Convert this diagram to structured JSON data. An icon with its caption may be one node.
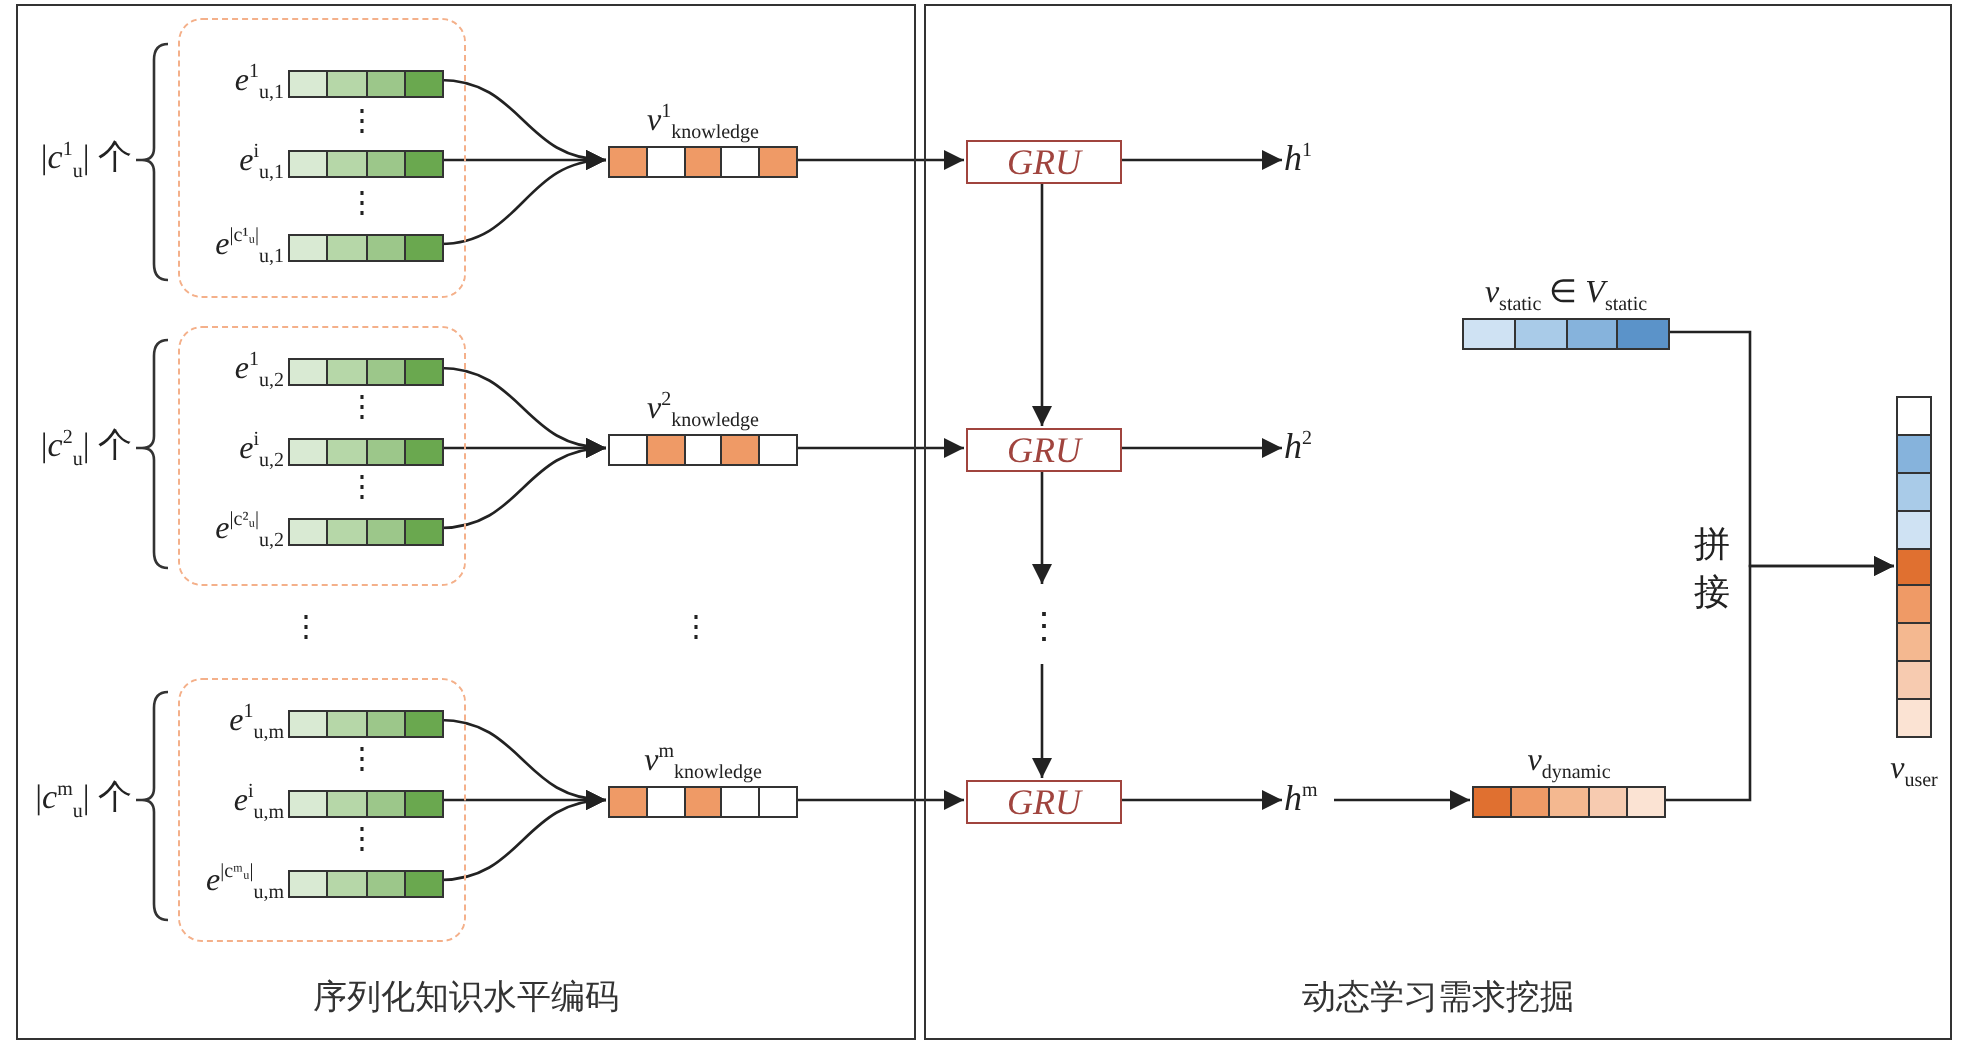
{
  "diagram": {
    "nodes": [
      {
        "text": [
          "序列化知识水平编码"
        ]
      },
      {
        "text": [],
        "shape": "box",
        "in": 0,
        "beside": [
          "|*c*$^{1}$$_{u}$| 个"
        ]
      },
      {
        "text": [
          "*e*$^{1}$$_{u,1}$"
        ],
        "in": 1
      },
      {
        "text": [
          "*e*$^{i}$$_{u,1}$"
        ],
        "in": 1
      },
      {
        "text": [
          "*e*$^{|c¹ᵤ|}$$_{u,1}$"
        ],
        "in": 1
      },
      {
        "text": [],
        "shape": "box",
        "in": 0,
        "beside": [
          "|*c*$^{2}$$_{u}$| 个"
        ]
      },
      {
        "text": [
          "*e*$^{1}$$_{u,2}$"
        ],
        "in": 5
      },
      {
        "text": [
          "*e*$^{i}$$_{u,2}$"
        ],
        "in": 5
      },
      {
        "text": [
          "*e*$^{|c²ᵤ|}$$_{u,2}$"
        ],
        "in": 5
      },
      {
        "text": [],
        "shape": "box",
        "in": 0,
        "beside": [
          "|*c*$^{m}$$_{u}$| 个"
        ]
      },
      {
        "text": [
          "*e*$^{1}$$_{u,m}$"
        ],
        "in": 9
      },
      {
        "text": [
          "*e*$^{i}$$_{u,m}$"
        ],
        "in": 9
      },
      {
        "text": [
          "*e*$^{|cᵐᵤ|}$$_{u,m}$"
        ],
        "in": 9
      },
      {
        "text": [
          "*v*$^{1}$$_{knowledge}$"
        ],
        "in": 0
      },
      {
        "text": [
          "*v*$^{2}$$_{knowledge}$"
        ],
        "in": 0
      },
      {
        "text": [
          "*v*$^{m}$$_{knowledge}$"
        ],
        "in": 0
      },
      {
        "text": [
          "动态学习需求挖掘"
        ]
      },
      {
        "text": [
          "GRU"
        ],
        "in": 16
      },
      {
        "text": [
          "GRU"
        ],
        "in": 16
      },
      {
        "text": [
          "⋮"
        ],
        "in": 16
      },
      {
        "text": [
          "GRU"
        ],
        "in": 16
      },
      {
        "text": [
          "*h*$^{1}$"
        ],
        "in": 16
      },
      {
        "text": [
          "*h*$^{2}$"
        ],
        "in": 16
      },
      {
        "text": [
          "*h*$^{m}$"
        ],
        "in": 16
      },
      {
        "text": [
          "*v*$_{static}$ ∈ *V*$_{static}$"
        ],
        "in": 16
      },
      {
        "text": [
          "*v*$_{dynamic}$"
        ],
        "in": 16
      },
      {
        "text": [
          "*v*$_{user}$"
        ],
        "in": 16
      }
    ],
    "edges": [
      {
        "from": 2,
        "to": 13,
        "arrow": "to"
      },
      {
        "from": 3,
        "to": 13,
        "arrow": "to"
      },
      {
        "from": 4,
        "to": 13,
        "arrow": "to"
      },
      {
        "from": 6,
        "to": 14,
        "arrow": "to"
      },
      {
        "from": 7,
        "to": 14,
        "arrow": "to"
      },
      {
        "from": 8,
        "to": 14,
        "arrow": "to"
      },
      {
        "from": 10,
        "to": 15,
        "arrow": "to"
      },
      {
        "from": 11,
        "to": 15,
        "arrow": "to"
      },
      {
        "from": 12,
        "to": 15,
        "arrow": "to"
      },
      {
        "from": 13,
        "to": 17,
        "arrow": "to"
      },
      {
        "from": 14,
        "to": 18,
        "arrow": "to"
      },
      {
        "from": 15,
        "to": 20,
        "arrow": "to"
      },
      {
        "from": 17,
        "to": 21,
        "arrow": "to"
      },
      {
        "from": 18,
        "to": 22,
        "arrow": "to"
      },
      {
        "from": 20,
        "to": 23,
        "arrow": "to"
      },
      {
        "from": 17,
        "to": 18,
        "arrow": "to"
      },
      {
        "from": 18,
        "to": 19,
        "arrow": "to"
      },
      {
        "from": 19,
        "to": 20,
        "arrow": "to"
      },
      {
        "from": 23,
        "to": 25,
        "arrow": "to"
      },
      {
        "from": 24,
        "to": 26,
        "arrow": "to"
      },
      {
        "from": 25,
        "to": 26,
        "arrow": "to"
      }
    ],
    "labels": [
      "⋮",
      "⋮",
      "⋮",
      "⋮",
      "拼接",
      "⋮",
      "⋮",
      "⋮",
      "⋮"
    ]
  }
}
